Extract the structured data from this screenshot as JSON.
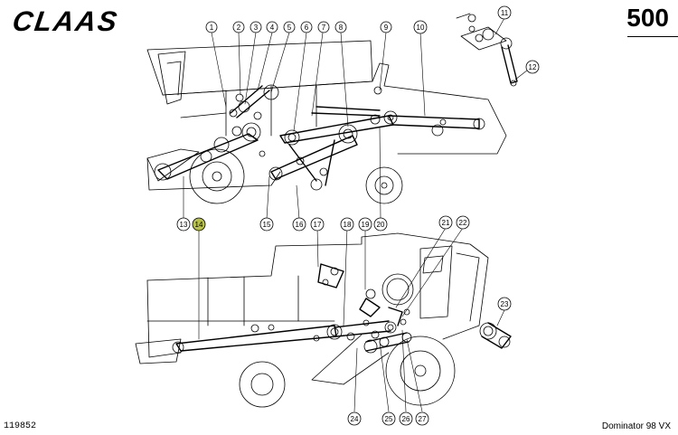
{
  "header": {
    "brand": "CLAAS",
    "page_number": "500"
  },
  "footer": {
    "reference": "119852",
    "model": "Dominator 98 VX"
  },
  "colors": {
    "highlight": "#b8c24a",
    "line": "#000000"
  },
  "callouts": {
    "top": [
      "1",
      "2",
      "3",
      "4",
      "5",
      "6",
      "7",
      "8",
      "9",
      "10",
      "11",
      "12",
      "13",
      "14",
      "15",
      "16",
      "17",
      "18",
      "19",
      "20"
    ],
    "bottom": [
      "21",
      "22",
      "23",
      "24",
      "25",
      "26",
      "27"
    ],
    "highlighted": "14"
  }
}
